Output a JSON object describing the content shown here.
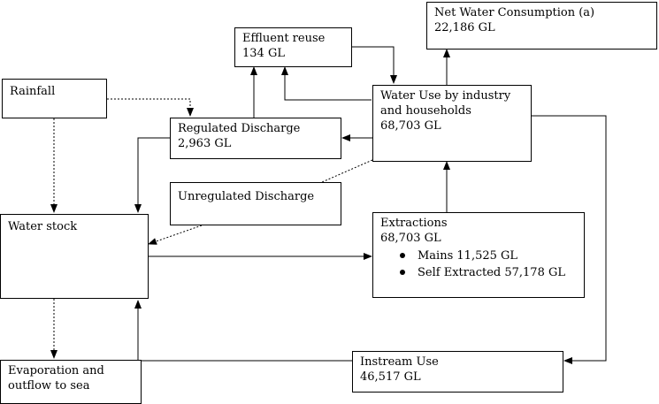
{
  "nodes": {
    "net_consumption": {
      "title": "Net Water Consumption (a)",
      "value": "22,186 GL"
    },
    "effluent_reuse": {
      "title": "Effluent reuse",
      "value": "134 GL"
    },
    "rainfall": {
      "title": "Rainfall"
    },
    "water_use": {
      "title": "Water Use by industry and households",
      "value": "68,703 GL"
    },
    "regulated_discharge": {
      "title": "Regulated Discharge",
      "value": "2,963 GL"
    },
    "unregulated_discharge": {
      "title": "Unregulated Discharge"
    },
    "water_stock": {
      "title": "Water stock"
    },
    "extractions": {
      "title": "Extractions",
      "value": "68,703 GL",
      "items": [
        "Mains 11,525 GL",
        "Self Extracted 57,178 GL"
      ]
    },
    "evaporation": {
      "title": "Evaporation and outflow to sea"
    },
    "instream_use": {
      "title": "Instream Use",
      "value": "46,517 GL"
    }
  }
}
